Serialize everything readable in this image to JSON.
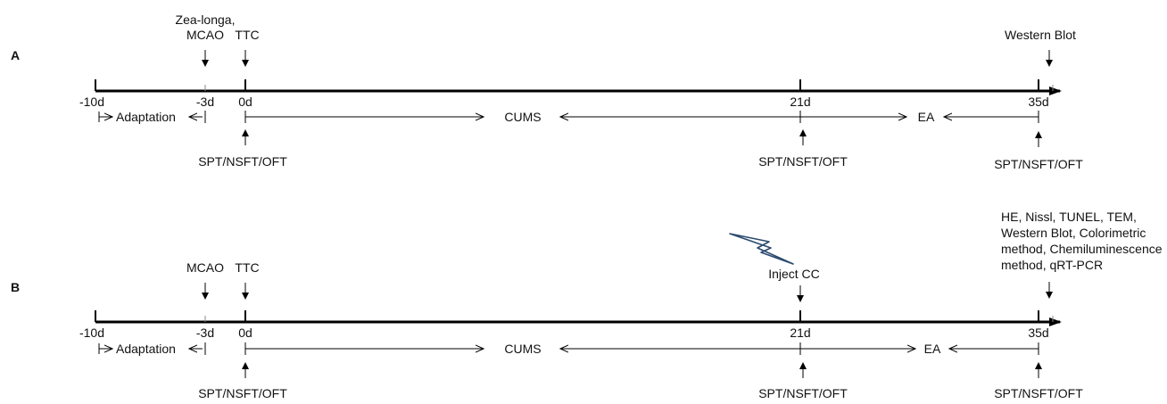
{
  "panel_a": {
    "letter": "A",
    "ticks": [
      "-10d",
      "-3d",
      "0d",
      "21d",
      "35d"
    ],
    "above": {
      "mcao": [
        "Zea-longa,",
        "MCAO"
      ],
      "ttc": "TTC",
      "end": "Western Blot"
    },
    "phases": {
      "adaptation": "Adaptation",
      "cums": "CUMS",
      "ea": "EA"
    },
    "tests": [
      "SPT/NSFT/OFT",
      "SPT/NSFT/OFT",
      "SPT/NSFT/OFT"
    ]
  },
  "panel_b": {
    "letter": "B",
    "ticks": [
      "-10d",
      "-3d",
      "0d",
      "21d",
      "35d"
    ],
    "above": {
      "mcao": "MCAO",
      "ttc": "TTC",
      "inject": "Inject CC",
      "end": [
        "HE, Nissl, TUNEL, TEM,",
        "Western Blot, Colorimetric",
        "method, Chemiluminescence",
        "method, qRT-PCR"
      ]
    },
    "phases": {
      "adaptation": "Adaptation",
      "cums": "CUMS",
      "ea": "EA"
    },
    "tests": [
      "SPT/NSFT/OFT",
      "SPT/NSFT/OFT",
      "SPT/NSFT/OFT"
    ]
  },
  "colors": {
    "line": "#000000",
    "bolt_stroke": "#2b4a6f",
    "bolt_fill": "#ffffff"
  }
}
